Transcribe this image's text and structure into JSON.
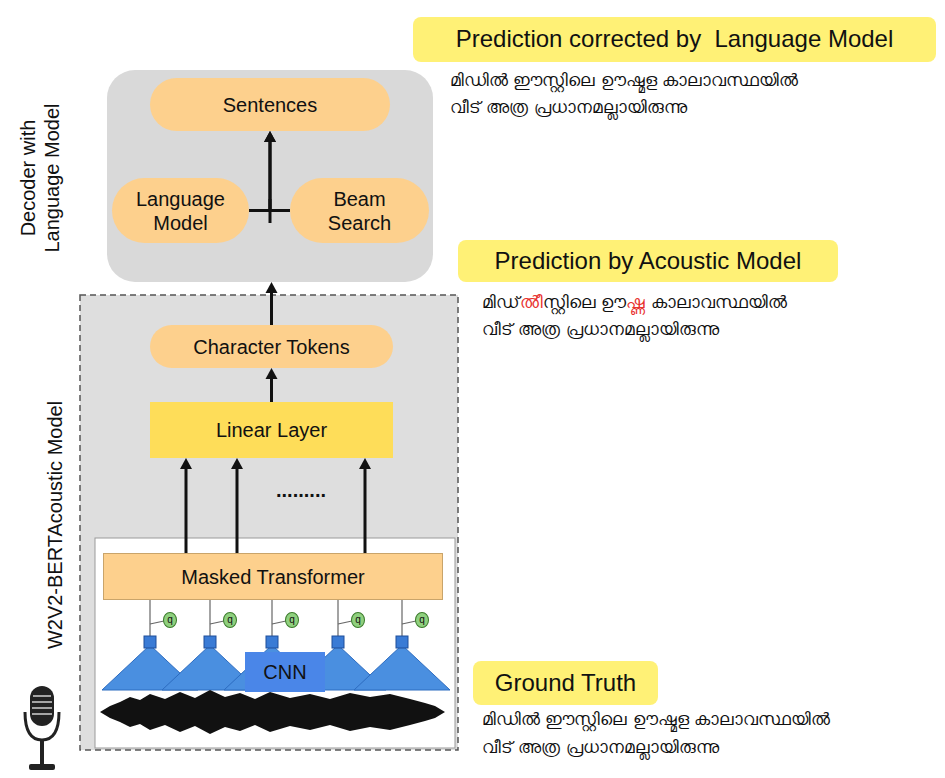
{
  "diagram": {
    "nodes": [
      {
        "text": [
          "Decoder with Language Model"
        ]
      },
      {
        "text": [
          "Sentences"
        ],
        "in": 0
      },
      {
        "text": [
          "Language Model"
        ],
        "in": 0
      },
      {
        "text": [
          "Beam Search"
        ],
        "in": 0
      },
      {
        "text": [
          "W2V2-BERTAcoustic Model"
        ]
      },
      {
        "text": [
          "Character Tokens"
        ],
        "in": 4
      },
      {
        "text": [
          "Linear Layer"
        ],
        "in": 4
      },
      {
        "text": [
          "Masked Transformer"
        ],
        "in": 4
      },
      {
        "text": [
          "q"
        ],
        "in": 4
      },
      {
        "text": [
          "q"
        ],
        "in": 4
      },
      {
        "text": [
          "q"
        ],
        "in": 4
      },
      {
        "text": [
          "q"
        ],
        "in": 4
      },
      {
        "text": [
          "q"
        ],
        "in": 4
      },
      {
        "text": [
          "CNN"
        ],
        "in": 4
      },
      {
        "text": [
          "Prediction corrected by  Language Model"
        ]
      },
      {
        "text": [
          "Prediction by Acoustic Model"
        ]
      },
      {
        "text": [
          "Ground Truth"
        ]
      }
    ],
    "edges": [
      {
        "from": 2,
        "to": 1,
        "arrow": "to"
      },
      {
        "from": 3,
        "to": 1,
        "arrow": "to"
      },
      {
        "from": 5,
        "to": 0,
        "arrow": "to"
      },
      {
        "from": 6,
        "to": 5,
        "arrow": "to"
      },
      {
        "from": 7,
        "to": 6,
        "arrow": "to"
      },
      {
        "from": 7,
        "to": 6,
        "arrow": "to"
      },
      {
        "from": 7,
        "to": 6,
        "arrow": "to"
      }
    ],
    "labels": [
      "മിഡിൽ ഈസ്റ്റിലെ ഊഷ്മള കാലാവസ്ഥയിൽ",
      "വീട് അത്ര പ്രധാനമല്ലായിരുന്നു",
      "മിഡ്",
      "ൽീ",
      "സ്റ്റിലെ ഊ",
      "ഷ്ണ",
      "കാലാവസ്ഥയിൽ",
      "വീട് അത്ര പ്രധാനമല്ലായിരുന്നു",
      "മിഡിൽ ഈസ്റ്റിലെ ഊഷ്മള കാലാവസ്ഥയിൽ",
      "വീട് അത്ര പ്രധാനമല്ലായിരുന്നു",
      "........."
    ]
  }
}
